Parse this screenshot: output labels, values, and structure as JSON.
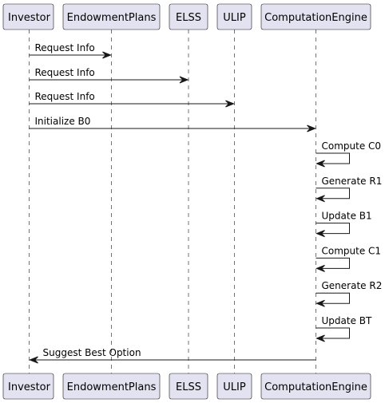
{
  "participants": [
    {
      "id": "investor",
      "label": "Investor"
    },
    {
      "id": "endowment",
      "label": "EndowmentPlans"
    },
    {
      "id": "elss",
      "label": "ELSS"
    },
    {
      "id": "ulip",
      "label": "ULIP"
    },
    {
      "id": "engine",
      "label": "ComputationEngine"
    }
  ],
  "messages": [
    {
      "from": "investor",
      "to": "endowment",
      "label": "Request Info"
    },
    {
      "from": "investor",
      "to": "elss",
      "label": "Request Info"
    },
    {
      "from": "investor",
      "to": "ulip",
      "label": "Request Info"
    },
    {
      "from": "investor",
      "to": "engine",
      "label": "Initialize B0"
    },
    {
      "from": "engine",
      "to": "engine",
      "label": "Compute C0"
    },
    {
      "from": "engine",
      "to": "engine",
      "label": "Generate R1"
    },
    {
      "from": "engine",
      "to": "engine",
      "label": "Update B1"
    },
    {
      "from": "engine",
      "to": "engine",
      "label": "Compute C1"
    },
    {
      "from": "engine",
      "to": "engine",
      "label": "Generate R2"
    },
    {
      "from": "engine",
      "to": "engine",
      "label": "Update BT"
    },
    {
      "from": "engine",
      "to": "investor",
      "label": "Suggest Best Option"
    }
  ],
  "colors": {
    "participant_fill": "#e2e2f0",
    "line": "#181818"
  }
}
